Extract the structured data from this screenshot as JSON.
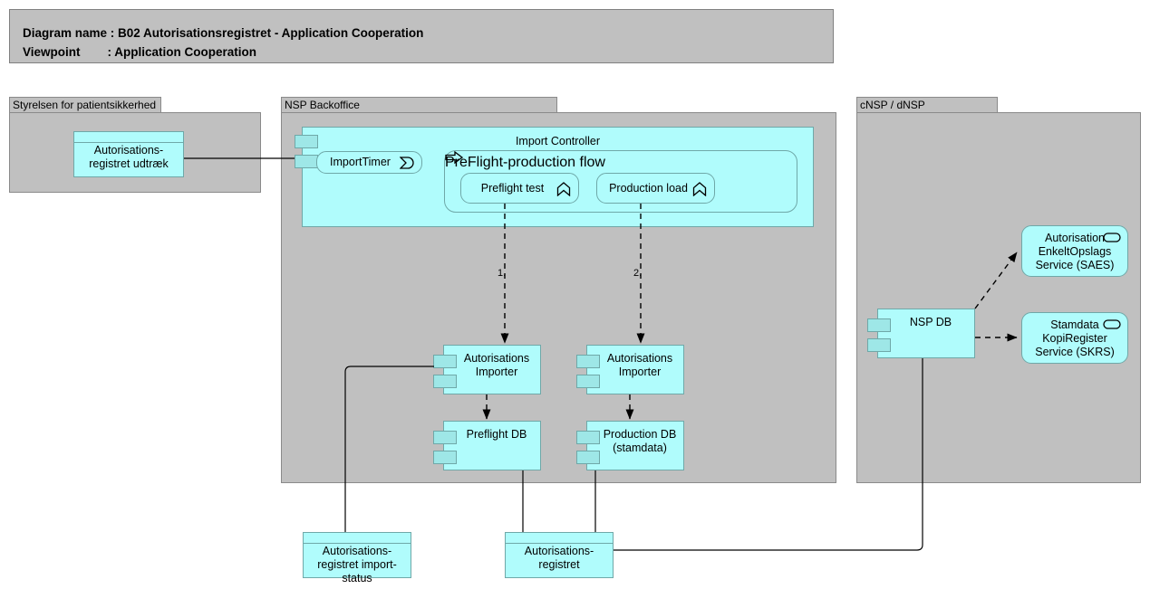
{
  "header": {
    "line1": "Diagram name : B02 Autorisationsregistret - Application Cooperation",
    "line2": "Viewpoint        : Application Cooperation"
  },
  "colors": {
    "group_fill": "#c0c0c0",
    "group_border": "#8a8a8a",
    "element_fill": "#b0fcfc",
    "element_border": "#6fa8a8",
    "port_fill": "#9ee7e7",
    "line": "#000000",
    "canvas": "#ffffff"
  },
  "groups": [
    {
      "id": "styrelsen",
      "label": "Styrelsen for patientsikkerhed"
    },
    {
      "id": "nsp_backoffice",
      "label": "NSP Backoffice"
    },
    {
      "id": "cnsp_dnsp",
      "label": "cNSP / dNSP"
    }
  ],
  "elements": {
    "autorisationsregistret_udtraek": {
      "label": "Autorisations-\nregistret udtræk",
      "type": "data-object"
    },
    "import_controller": {
      "label": "Import Controller",
      "type": "application-component"
    },
    "import_timer": {
      "label": "ImportTimer",
      "type": "application-event",
      "icon": "application-event-icon"
    },
    "preflight_production_flow": {
      "label": "PreFlight-production flow",
      "type": "application-process",
      "icon": "process-arrow-icon"
    },
    "preflight_test": {
      "label": "Preflight test",
      "type": "application-function",
      "icon": "application-function-icon"
    },
    "production_load": {
      "label": "Production load",
      "type": "application-function",
      "icon": "application-function-icon"
    },
    "autorisations_importer_1": {
      "label": "Autorisations\nImporter",
      "type": "application-component"
    },
    "autorisations_importer_2": {
      "label": "Autorisations\nImporter",
      "type": "application-component"
    },
    "preflight_db": {
      "label": "Preflight DB",
      "type": "application-component"
    },
    "production_db": {
      "label": "Production DB\n(stamdata)",
      "type": "application-component"
    },
    "nsp_db": {
      "label": "NSP DB",
      "type": "application-component"
    },
    "saes": {
      "label": "Autorisation\nEnkeltOpslags\nService (SAES)",
      "type": "application-service",
      "icon": "application-service-icon"
    },
    "skrs": {
      "label": "Stamdata\nKopiRegister\nService (SKRS)",
      "type": "application-service",
      "icon": "application-service-icon"
    },
    "autorisationsregistret_import_status": {
      "label": "Autorisations-\nregistret import-\nstatus",
      "type": "data-object"
    },
    "autorisationsregistret": {
      "label": "Autorisations-\nregistret",
      "type": "data-object"
    }
  },
  "connection_labels": {
    "flow_1": "1.",
    "flow_2": "2."
  }
}
